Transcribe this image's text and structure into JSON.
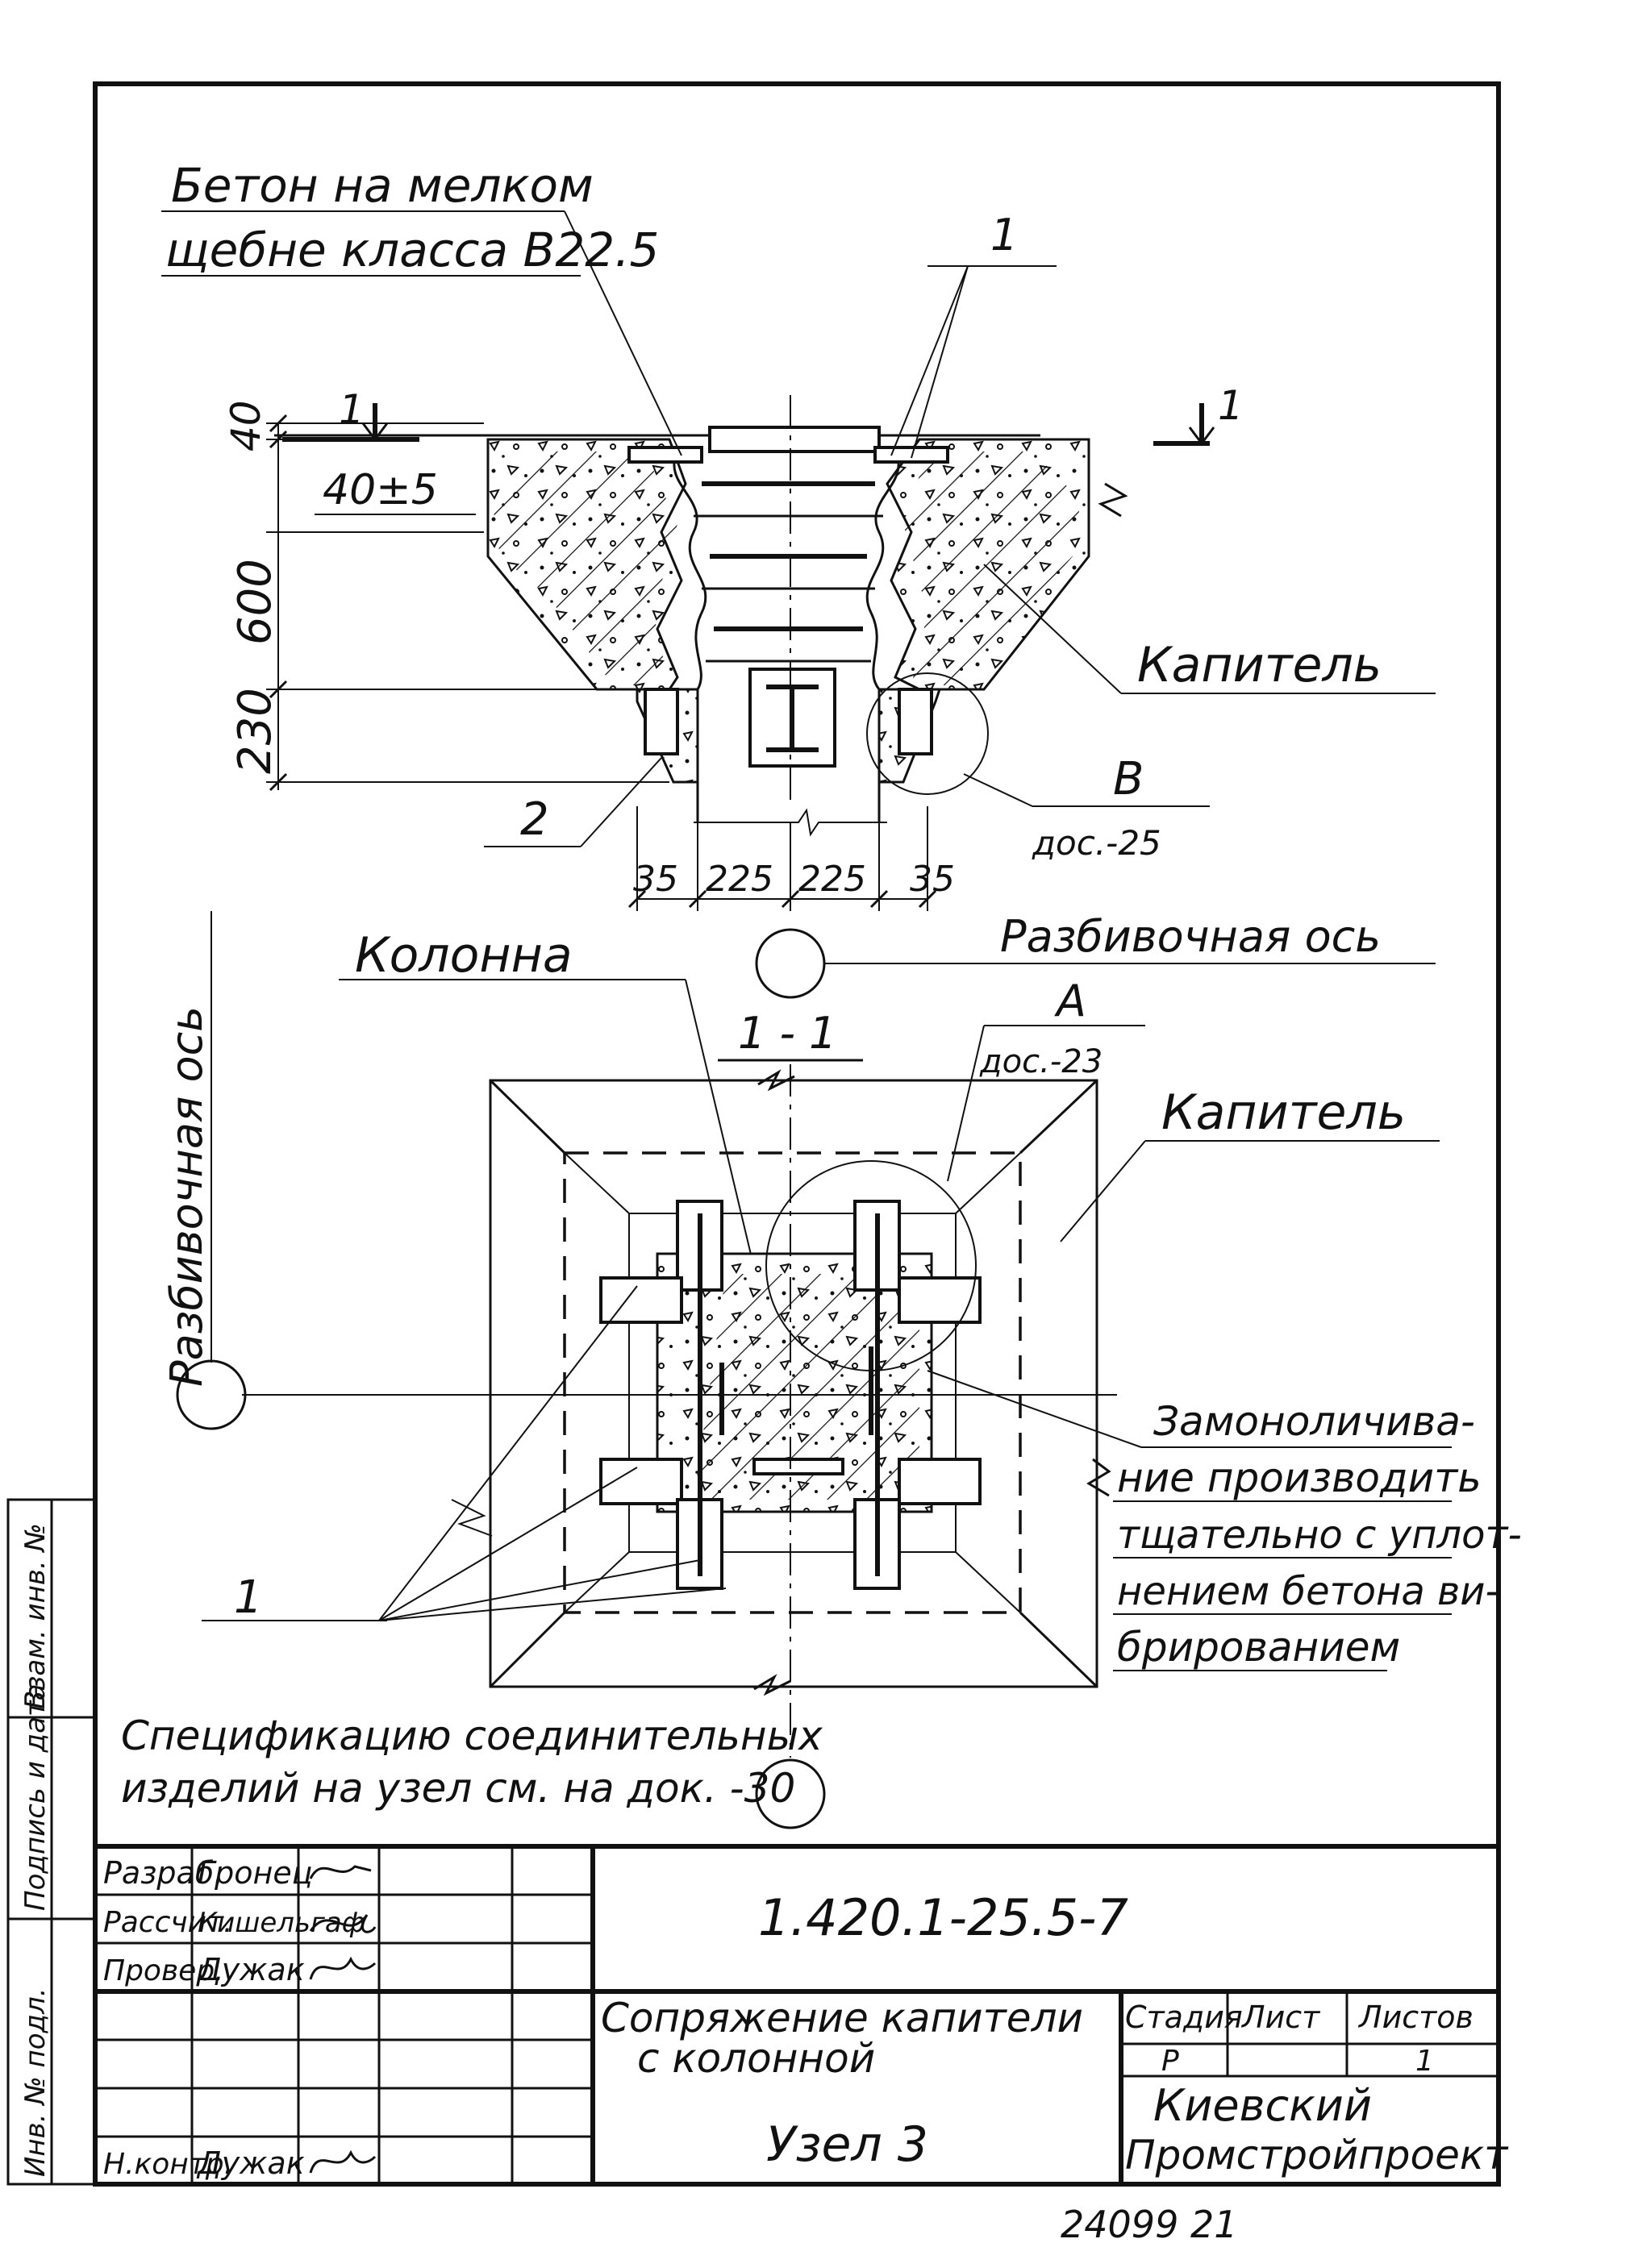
{
  "annotations": {
    "concrete_note_line1": "Бетон на мелком",
    "concrete_note_line2": "щебне класса В22.5",
    "part_1_top": "1",
    "part_1_bottom": "1",
    "part_2": "2",
    "capital_label_section": "Капитель",
    "capital_label_plan": "Капитель",
    "column_label": "Колонна",
    "axis_label_horizontal": "Разбивочная ось",
    "axis_label_vertical": "Разбивочная ось",
    "section_mark_left": "1",
    "section_mark_right": "1",
    "section_title": "1 - 1",
    "detail_b_letter": "В",
    "detail_b_ref": "дос.-25",
    "detail_a_letter": "А",
    "detail_a_ref": "дос.-23",
    "monolith_note": [
      "Замоноличива-",
      "ние производить",
      "тщательно с уплот-",
      "нением бетона ви-",
      "брированием"
    ],
    "spec_note_line1": "Спецификацию соединительных",
    "spec_note_line2": "изделий на узел см. на док. -30"
  },
  "dimensions": {
    "top_layer": "40",
    "top_tolerance": "40±5",
    "height_600": "600",
    "height_230": "230",
    "width_values": [
      "35",
      "225",
      "225",
      "35"
    ]
  },
  "title_block": {
    "rows": [
      {
        "role": "Разраб.",
        "name": "Гронец"
      },
      {
        "role": "Рассчит.",
        "name": "Кишельгаф"
      },
      {
        "role": "Провер.",
        "name": "Дужак"
      },
      {
        "role": "",
        "name": ""
      },
      {
        "role": "",
        "name": ""
      },
      {
        "role": "",
        "name": ""
      },
      {
        "role": "Н.контр.",
        "name": "Дужак"
      }
    ],
    "document_code": "1.420.1-25.5-7",
    "title_line1": "Сопряжение капители",
    "title_line2": "с колонной",
    "node": "Узел 3",
    "stage_header": "Стадия",
    "sheet_header": "Лист",
    "sheets_header": "Листов",
    "stage_value": "Р",
    "sheet_value": "",
    "sheets_value": "1",
    "organization_line1": "Киевский",
    "organization_line2": "Промстройпроект",
    "side_stamp": [
      "Инв. № подл.",
      "Подпись и дата",
      "Взам. инв. №"
    ]
  },
  "footer_number": "24099 21"
}
